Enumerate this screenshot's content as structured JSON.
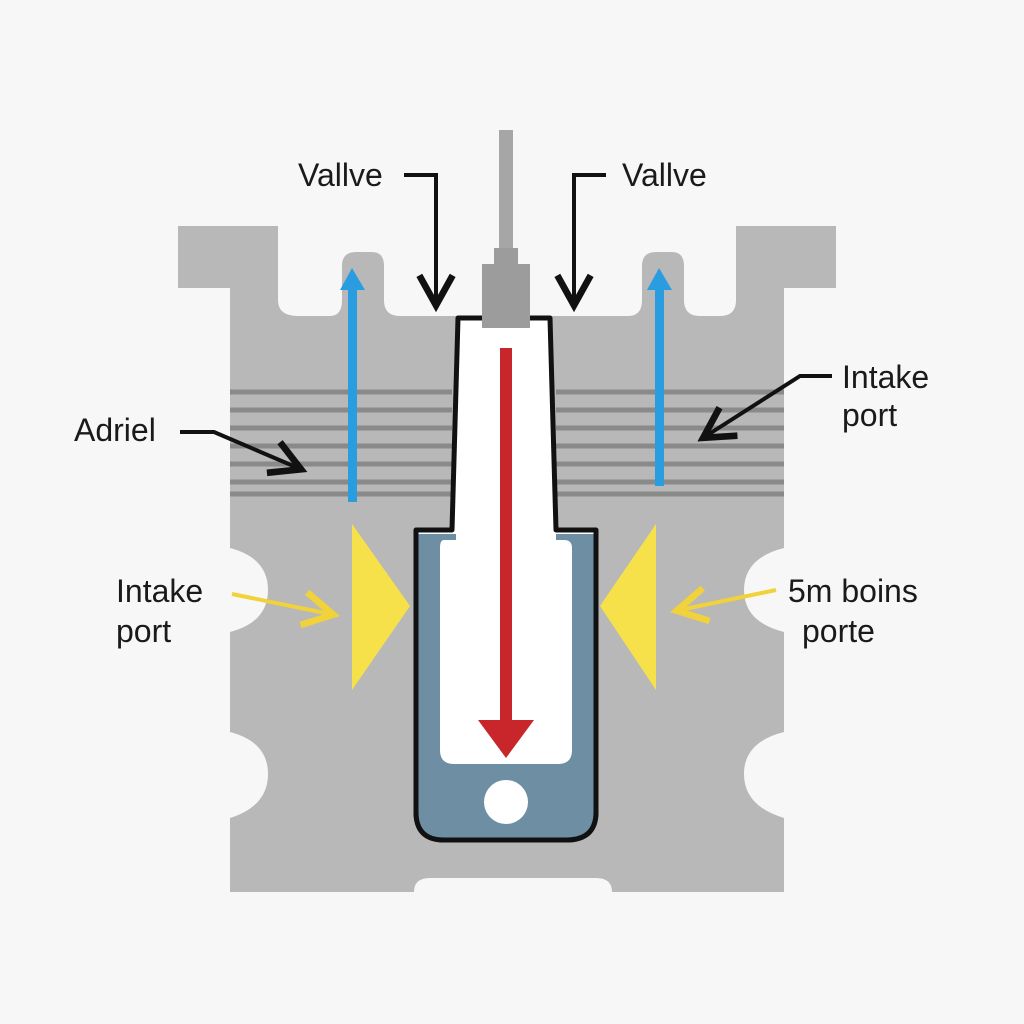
{
  "labels": {
    "valve_left": "Vallve",
    "valve_right": "Vallve",
    "adriel": "Adriel",
    "intake_port_right": [
      "Intake",
      "port"
    ],
    "intake_port_left": [
      "Intake",
      "port"
    ],
    "smbo_porte_right": [
      "5m boins",
      "porte"
    ]
  },
  "colors": {
    "background": "#f7f7f7",
    "block_gray": "#b8b8b8",
    "block_light": "#c9c9c9",
    "stripe": "#8a8a8a",
    "chamber_blue": "#6e8ea3",
    "flow_up_blue": "#2a9de0",
    "flow_down_red": "#c8262b",
    "wedge_yellow": "#f7e14a",
    "outline": "#111111",
    "stem_gray": "#a6a6a6",
    "leader_yellow": "#f2d23a"
  },
  "icons": {
    "flow_arrows": "arrow-up-icon",
    "down_arrow": "arrow-down-icon",
    "leaders": "leader-arrow-icon"
  }
}
